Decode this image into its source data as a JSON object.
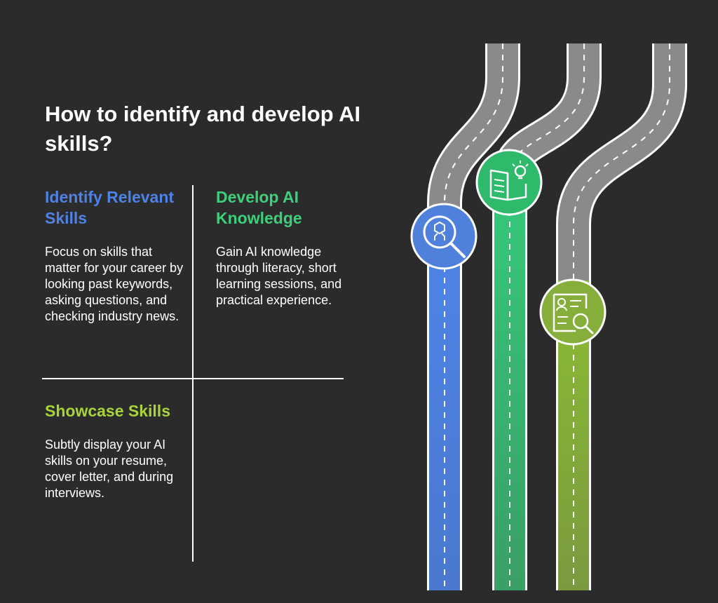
{
  "title": "How to identify and develop AI skills?",
  "sections": [
    {
      "heading": "Identify Relevant Skills",
      "body": "Focus on skills that matter for your career by looking past keywords, asking questions, and checking industry news.",
      "color": "#4f82e6"
    },
    {
      "heading": "Develop AI Knowledge",
      "body": "Gain AI knowledge through literacy, short learning sessions, and practical experience.",
      "color": "#3ecf7a"
    },
    {
      "heading": "Showcase Skills",
      "body": "Subtly display your AI skills on your resume, cover letter, and during interviews.",
      "color": "#a6d43a"
    }
  ],
  "roads": [
    {
      "icon": "ai-search-icon",
      "color": "#4f80db"
    },
    {
      "icon": "book-lightbulb-icon",
      "color": "#2fb96a"
    },
    {
      "icon": "resume-search-icon",
      "color": "#86ae3a"
    }
  ],
  "colors": {
    "background": "#2b2b2b",
    "road_gray": "#8a8a8a",
    "text": "#ffffff"
  }
}
